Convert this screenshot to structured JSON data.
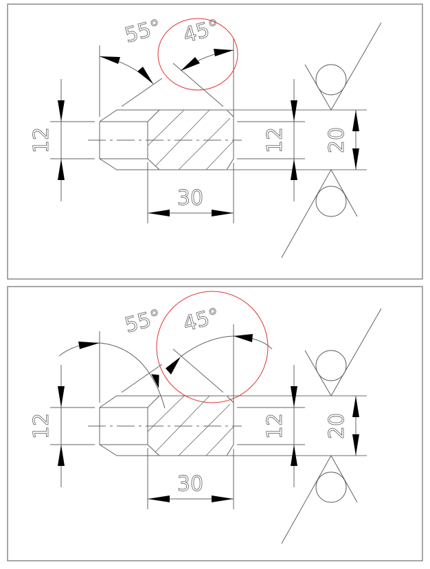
{
  "document": {
    "type": "technical-drawing",
    "panels": [
      {
        "id": "top",
        "annotations": {
          "angle_left": "55°",
          "angle_right": "45°",
          "dim_left_height": "12",
          "dim_right_height": "12",
          "dim_width": "30",
          "dim_outer_height": "20"
        },
        "highlight": {
          "shape": "ellipse",
          "color": "#e03030",
          "target": "angle_right"
        },
        "line_color": "#606060",
        "arrow_color": "#000000"
      },
      {
        "id": "bottom",
        "annotations": {
          "angle_left": "55°",
          "angle_right": "45°",
          "dim_left_height": "12",
          "dim_right_height": "12",
          "dim_width": "30",
          "dim_outer_height": "20"
        },
        "highlight": {
          "shape": "circle",
          "color": "#e03030",
          "target": "angle_right"
        },
        "line_color": "#606060",
        "arrow_color": "#000000"
      }
    ]
  }
}
